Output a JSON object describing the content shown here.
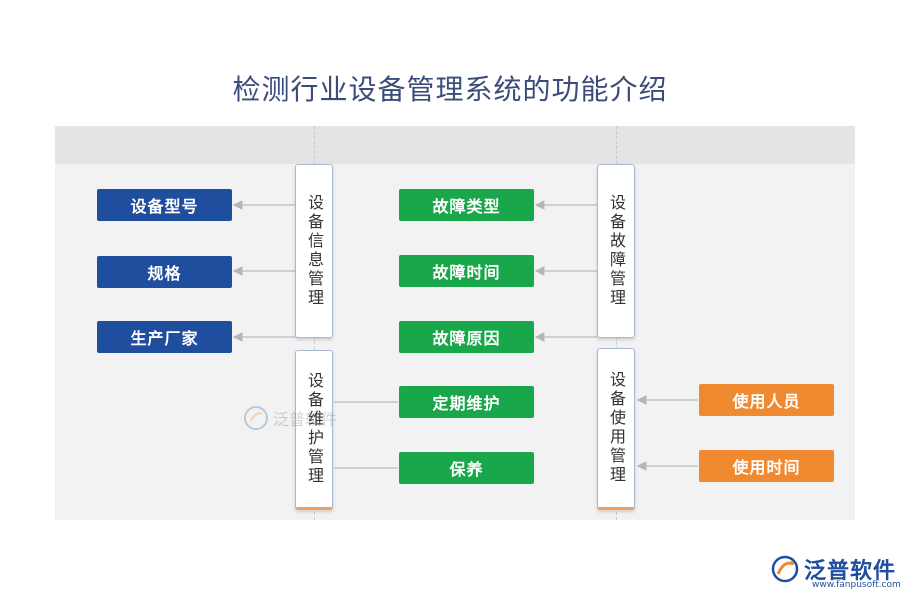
{
  "title": "检测行业设备管理系统的功能介绍",
  "modules": {
    "info": "设备信息管理",
    "maint": "设备维护管理",
    "fault": "设备故障管理",
    "usage": "设备使用管理"
  },
  "items": {
    "model": "设备型号",
    "spec": "规格",
    "maker": "生产厂家",
    "fault_type": "故障类型",
    "fault_time": "故障时间",
    "fault_cause": "故障原因",
    "periodic": "定期维护",
    "upkeep": "保养",
    "user": "使用人员",
    "use_time": "使用时间"
  },
  "watermark": "泛普软件",
  "logo": {
    "name": "泛普软件",
    "url": "www.fanpusoft.com"
  },
  "colors": {
    "blue": "#1f4e9e",
    "green": "#1aa64a",
    "orange": "#f08a30"
  }
}
